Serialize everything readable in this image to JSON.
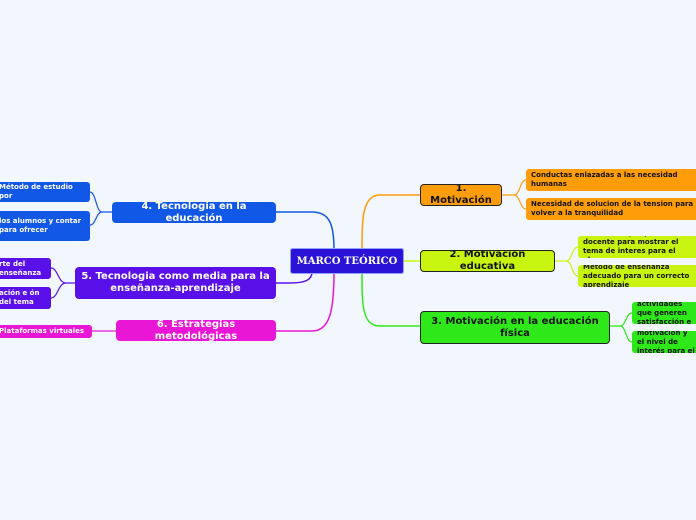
{
  "center": {
    "label": "MARCO TEÓRICO"
  },
  "colors": {
    "orange": "#ff9c0a",
    "lime": "#c8f50f",
    "green": "#2ee81a",
    "blue": "#1258e6",
    "purple": "#5a10e8",
    "magenta": "#ea16d6",
    "center": "#2a13d6",
    "background": "#f2f6fd"
  },
  "right_topics": [
    {
      "label": "1. Motivación",
      "color": "orange",
      "subtopics": [
        "Conductas enlazadas a las necesidad humanas",
        "Necesidad de solucion de la tension para volver a la tranquilidad"
      ]
    },
    {
      "label": "2. Motivación educativa",
      "color": "lime",
      "subtopics": [
        "Motivación por parte del docente para mostrar el tema de interes para el alumno",
        "Método de enseñanza adecuado para un correcto aprendizaje"
      ]
    },
    {
      "label": "3. Motivación en la educación física",
      "color": "green",
      "subtopics": [
        "Uso de actividades que generen satisfacción e interés",
        "Mantener la motivación y el nivel de interés para el aprendizaje"
      ]
    }
  ],
  "left_topics": [
    {
      "label": "4. Tecnologia en la educación",
      "color": "blue",
      "subtopics": [
        "Método de estudio por",
        "los alumnos y contar para ofrecer"
      ]
    },
    {
      "label": "5. Tecnologia como media para la enseñanza-aprendizaje",
      "color": "purple",
      "subtopics": [
        "rte del enseñanza",
        "ación e ón del tema"
      ]
    },
    {
      "label": "6. Estrategias metodológicas",
      "color": "magenta",
      "subtopics": [
        "Plataformas virtuales"
      ]
    }
  ]
}
